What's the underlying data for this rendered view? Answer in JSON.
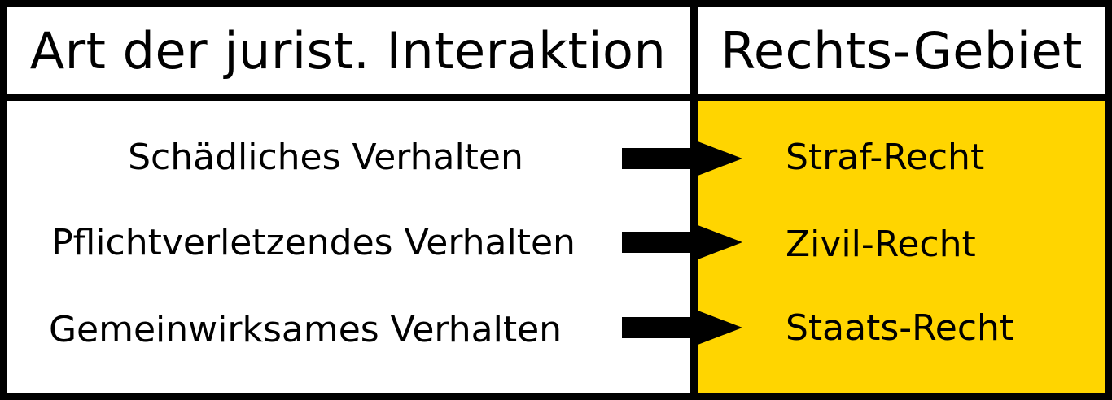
{
  "headers": {
    "left": "Art der jurist. Interaktion",
    "right": "Rechts-Gebiet"
  },
  "rows": [
    {
      "source": "Schädliches Verhalten",
      "target": "Straf-Recht"
    },
    {
      "source": "Pflichtverletzendes Verhalten",
      "target": "Zivil-Recht"
    },
    {
      "source": "Gemeinwirksames Verhalten",
      "target": "Staats-Recht"
    }
  ],
  "colors": {
    "target_background": "#FFD500",
    "border": "#000000",
    "background": "#FFFFFF"
  }
}
